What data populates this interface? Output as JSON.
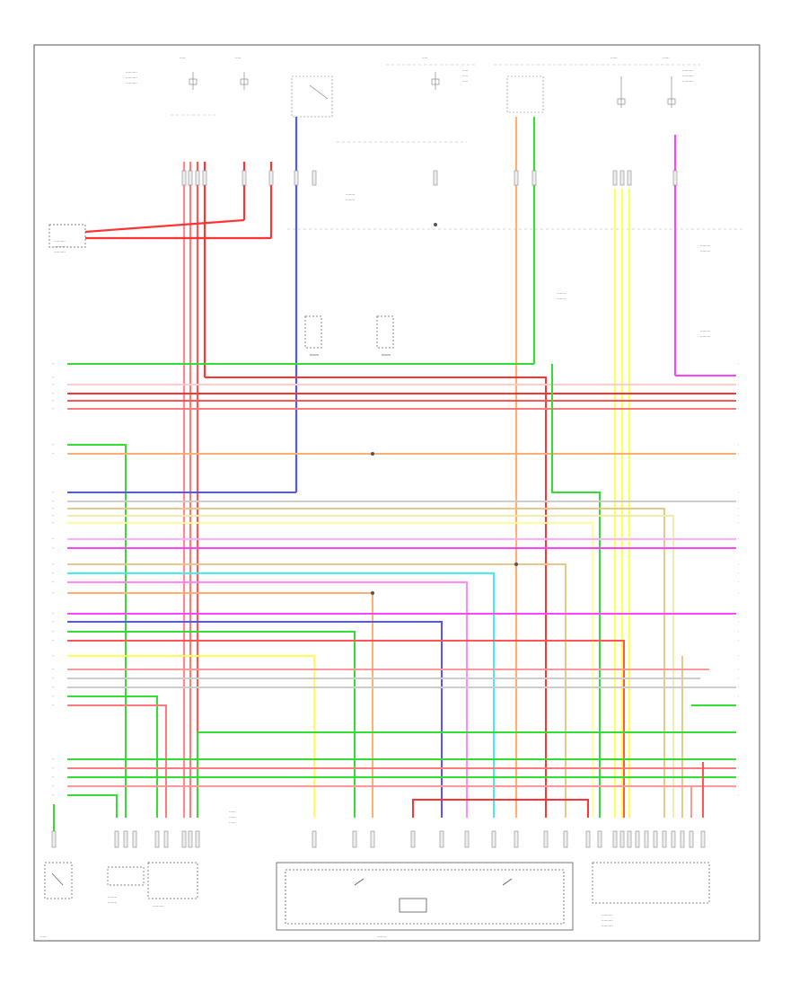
{
  "diagram": {
    "footer_left": "",
    "footer_center": "",
    "colors": {
      "green": "#33dd33",
      "red": "#ff3333",
      "pink": "#ff7a7a",
      "blue": "#5555ff",
      "lightblue": "#9999ff",
      "orange": "#ffb070",
      "yellow": "#ffff55",
      "magenta": "#ff44ff",
      "cyan": "#44eeee",
      "tan": "#e8c88a",
      "gray": "#c8c8c8",
      "black": "#444444"
    },
    "components": [
      {
        "id": "fuse-left-1",
        "icon": "fuse-icon"
      },
      {
        "id": "fuse-left-2",
        "icon": "fuse-icon"
      },
      {
        "id": "relay-top",
        "icon": "relay-icon"
      },
      {
        "id": "fuse-center",
        "icon": "fuse-icon"
      },
      {
        "id": "relay-right-top",
        "icon": "relay-icon"
      },
      {
        "id": "fuse-right-1",
        "icon": "fuse-icon"
      },
      {
        "id": "fuse-right-2",
        "icon": "fuse-icon"
      },
      {
        "id": "left-module",
        "icon": "module-icon"
      },
      {
        "id": "ground-1",
        "icon": "ground-icon"
      },
      {
        "id": "ground-2",
        "icon": "ground-icon"
      },
      {
        "id": "bottom-left-switch",
        "icon": "switch-icon"
      },
      {
        "id": "bottom-connector-1",
        "icon": "connector-icon"
      },
      {
        "id": "bottom-connector-2",
        "icon": "connector-icon"
      },
      {
        "id": "central-module",
        "icon": "module-icon"
      },
      {
        "id": "bottom-right-connector",
        "icon": "connector-icon"
      }
    ]
  }
}
